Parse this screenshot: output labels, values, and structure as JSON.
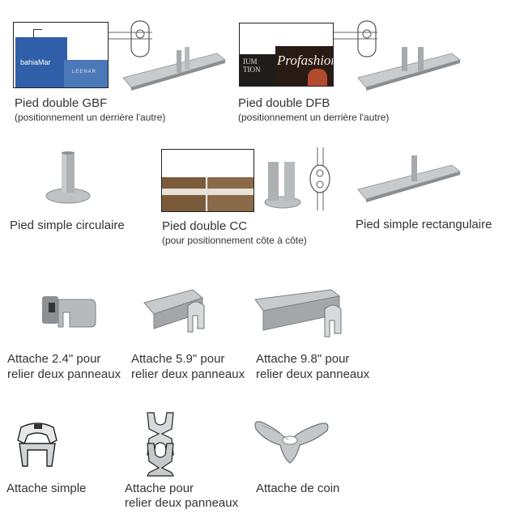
{
  "stands": {
    "gbf": {
      "title": "Pied double GBF",
      "subtitle": "(positionnement un derrière l'autre)",
      "banner1": "bahiaMar",
      "banner2": "LEENAR"
    },
    "dfb": {
      "title": "Pied double DFB",
      "subtitle": "(positionnement un derrière l'autre)",
      "banner1": "IUM\nTION",
      "banner2": "Profashion"
    },
    "simple_circ": {
      "title": "Pied simple circulaire"
    },
    "double_cc": {
      "title": "Pied double CC",
      "subtitle": "(pour positionnement côte à côte)"
    },
    "simple_rect": {
      "title": "Pied simple rectangulaire"
    }
  },
  "clips": {
    "c24": {
      "line1": "Attache 2.4\" pour",
      "line2": "relier deux panneaux"
    },
    "c59": {
      "line1": "Attache 5.9\" pour",
      "line2": "relier deux panneaux"
    },
    "c98": {
      "line1": "Attache 9.8\" pour",
      "line2": "relier deux panneaux"
    },
    "simple": {
      "line1": "Attache simple"
    },
    "pour": {
      "line1": "Attache pour",
      "line2": "relier deux panneaux"
    },
    "coin": {
      "line1": "Attache de coin"
    }
  },
  "colors": {
    "metal": "#b9bcbf",
    "metal_dark": "#7d8083",
    "banner_blue": "#2f5fa8"
  }
}
